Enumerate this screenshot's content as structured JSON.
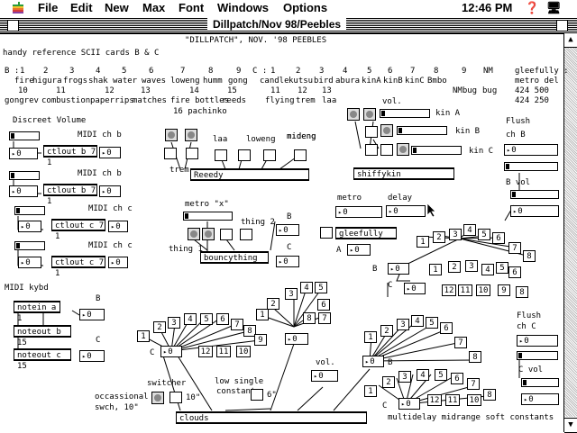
{
  "menubar": {
    "items": [
      "File",
      "Edit",
      "New",
      "Max",
      "Font",
      "Windows",
      "Options"
    ],
    "clock": "12:46 PM"
  },
  "window": {
    "title": "Dillpatch/Nov 98/Peebles"
  },
  "header": {
    "heading": "\"DILLPATCH\", NOV. '98 PEEBLES",
    "reference": "handy reference SCII cards B & C"
  },
  "cards": {
    "b_prefix": "B :",
    "b_row1": [
      {
        "n": "1",
        "label": "fire"
      },
      {
        "n": "2",
        "label": "higura"
      },
      {
        "n": "3",
        "label": "frogs"
      },
      {
        "n": "4",
        "label": "shak"
      },
      {
        "n": "5",
        "label": "water"
      },
      {
        "n": "6",
        "label": "waves"
      },
      {
        "n": "7",
        "label": "loweng"
      },
      {
        "n": "8",
        "label": "humm"
      },
      {
        "n": "9",
        "label": "gong"
      }
    ],
    "b_row2": [
      {
        "n": "10",
        "label": "gongrev"
      },
      {
        "n": "11",
        "label": "combustion"
      },
      {
        "n": "12",
        "label": "paperrips"
      },
      {
        "n": "13",
        "label": "matches"
      },
      {
        "n": "14",
        "label": "fire bottles"
      },
      {
        "n": "15",
        "label": "reeds"
      }
    ],
    "b_row3": {
      "n": "16",
      "label": "pachinko"
    },
    "c_prefix": "C :",
    "c_row1": [
      {
        "n": "1",
        "label": "candle"
      },
      {
        "n": "2",
        "label": "kutsu"
      },
      {
        "n": "3",
        "label": "bird"
      },
      {
        "n": "4",
        "label": "abura"
      },
      {
        "n": "5",
        "label": "kinA"
      },
      {
        "n": "6",
        "label": "kinB"
      },
      {
        "n": "7",
        "label": "kinC"
      },
      {
        "n": "8",
        "label": "Bmbo"
      },
      {
        "n": "9",
        "label": "NMbug"
      },
      {
        "n": "NM",
        "label": "bug"
      }
    ],
    "c_row2": [
      {
        "n": "11",
        "label": "flying"
      },
      {
        "n": "12",
        "label": "trem"
      },
      {
        "n": "13",
        "label": "laa"
      }
    ],
    "gleefully": [
      "gleefully :",
      "metro del",
      "424 500",
      "424 250"
    ]
  },
  "left": {
    "discreet_volume": "Discreet Volume",
    "midi_chb": "MIDI ch b",
    "midi_chc": "MIDI ch c",
    "ctlout_b": "ctlout b 7 1",
    "ctlout_c": "ctlout c 7 1",
    "zero": "0",
    "midi_kybd": "MIDI kybd",
    "notein": "notein a 1",
    "noteout_b": "noteout b 15",
    "noteout_c": "noteout c 15",
    "b": "B",
    "c": "C"
  },
  "center": {
    "laa": "laa",
    "loweng": "loweng",
    "mideng": "mideng",
    "trem": "trem",
    "reeedy": "Reeedy",
    "vol": "vol.",
    "kin_a": "kin A",
    "kin_b": "kin B",
    "kin_c": "kin C",
    "shiffykin": "shiffykin",
    "metro_x": "metro \"x\"",
    "thing2": "thing 2",
    "thing1": "thing 1",
    "bouncything": "bouncything",
    "metro": "metro",
    "delay": "delay",
    "gleefully": "gleefully",
    "a": "A",
    "b": "B",
    "c": "C",
    "switcher": "switcher",
    "occasional": "occassional +",
    "swch": "swch, 10\"",
    "ten_sec": "10\"",
    "low_single": "low single",
    "constant": "constant",
    "six_sec": "6\"",
    "vol2": "vol.",
    "clouds": "clouds",
    "footer": "multidelay midrange soft constants"
  },
  "right": {
    "flush": "Flush",
    "ch_b": "ch B",
    "b_vol": "B vol",
    "ch_c": "ch C",
    "c_vol": "C vol"
  },
  "numbers": {
    "g1": [
      "1",
      "2",
      "3",
      "4",
      "5",
      "6",
      "7",
      "8",
      "9"
    ],
    "g1b": [
      "12",
      "11",
      "10",
      "9",
      "8"
    ],
    "g2": [
      "1",
      "2",
      "3",
      "4",
      "5",
      "6",
      "7",
      "8",
      "9"
    ],
    "g2b": [
      "12",
      "11",
      "10"
    ]
  }
}
